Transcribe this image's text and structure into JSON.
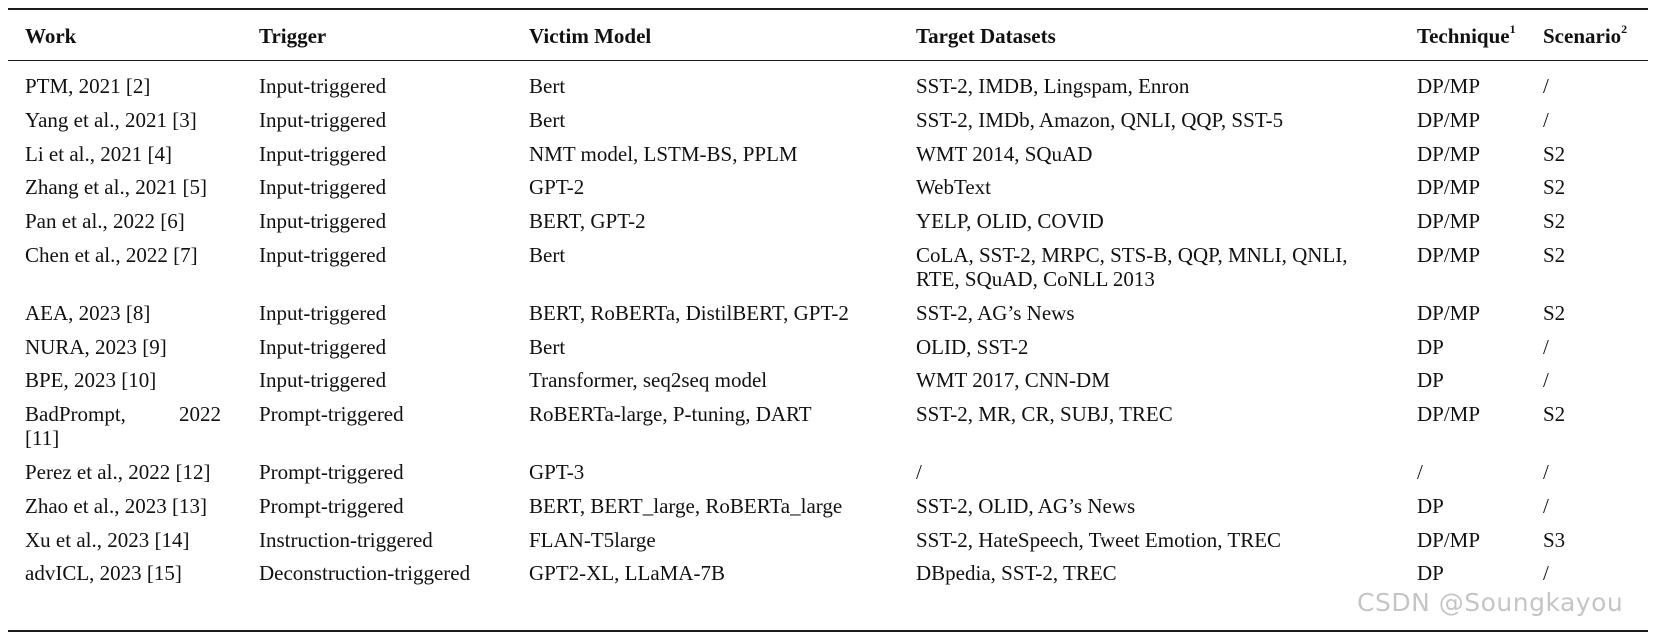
{
  "table": {
    "headers": {
      "work": "Work",
      "trigger": "Trigger",
      "victim": "Victim Model",
      "datasets": "Target Datasets",
      "technique": "Technique",
      "technique_sup": "1",
      "scenario": "Scenario",
      "scenario_sup": "2"
    },
    "rows": [
      {
        "work": "PTM, 2021 [2]",
        "trigger": "Input-triggered",
        "victim": "Bert",
        "datasets": [
          "SST-2, IMDB, Lingspam, Enron"
        ],
        "technique": "DP/MP",
        "scenario": "/"
      },
      {
        "work": "Yang et al., 2021 [3]",
        "trigger": "Input-triggered",
        "victim": "Bert",
        "datasets": [
          "SST-2, IMDb, Amazon, QNLI, QQP, SST-5"
        ],
        "technique": "DP/MP",
        "scenario": "/"
      },
      {
        "work": "Li et al., 2021 [4]",
        "trigger": "Input-triggered",
        "victim": "NMT model, LSTM-BS, PPLM",
        "datasets": [
          "WMT 2014, SQuAD"
        ],
        "technique": "DP/MP",
        "scenario": "S2"
      },
      {
        "work": "Zhang et al., 2021 [5]",
        "trigger": "Input-triggered",
        "victim": "GPT-2",
        "datasets": [
          "WebText"
        ],
        "technique": "DP/MP",
        "scenario": "S2"
      },
      {
        "work": "Pan et al., 2022 [6]",
        "trigger": "Input-triggered",
        "victim": "BERT, GPT-2",
        "datasets": [
          "YELP, OLID, COVID"
        ],
        "technique": "DP/MP",
        "scenario": "S2"
      },
      {
        "work": "Chen et al., 2022 [7]",
        "trigger": "Input-triggered",
        "victim": "Bert",
        "datasets": [
          "CoLA, SST-2, MRPC, STS-B, QQP, MNLI, QNLI,",
          "RTE, SQuAD, CoNLL 2013"
        ],
        "technique": "DP/MP",
        "scenario": "S2"
      },
      {
        "work": "AEA, 2023 [8]",
        "trigger": "Input-triggered",
        "victim": "BERT, RoBERTa, DistilBERT, GPT-2",
        "datasets": [
          "SST-2, AG’s News"
        ],
        "technique": "DP/MP",
        "scenario": "S2"
      },
      {
        "work": "NURA, 2023 [9]",
        "trigger": "Input-triggered",
        "victim": "Bert",
        "datasets": [
          "OLID, SST-2"
        ],
        "technique": "DP",
        "scenario": "/"
      },
      {
        "work": "BPE, 2023 [10]",
        "trigger": "Input-triggered",
        "victim": "Transformer, seq2seq model",
        "datasets": [
          "WMT 2017, CNN-DM"
        ],
        "technique": "DP",
        "scenario": "/"
      },
      {
        "work_parts": [
          "BadPrompt,",
          "2022",
          "[11]"
        ],
        "trigger": "Prompt-triggered",
        "victim": "RoBERTa-large, P-tuning, DART",
        "datasets": [
          "SST-2, MR, CR, SUBJ, TREC"
        ],
        "technique": "DP/MP",
        "scenario": "S2"
      },
      {
        "work": "Perez et al., 2022 [12]",
        "trigger": "Prompt-triggered",
        "victim": "GPT-3",
        "datasets": [
          "/"
        ],
        "technique": "/",
        "scenario": "/"
      },
      {
        "work": "Zhao et al., 2023 [13]",
        "trigger": "Prompt-triggered",
        "victim": "BERT, BERT_large, RoBERTa_large",
        "datasets": [
          "SST-2, OLID, AG’s News"
        ],
        "technique": "DP",
        "scenario": "/"
      },
      {
        "work": "Xu et al., 2023 [14]",
        "trigger": "Instruction-triggered",
        "victim": "FLAN-T5large",
        "datasets": [
          "SST-2, HateSpeech, Tweet Emotion, TREC"
        ],
        "technique": "DP/MP",
        "scenario": "S3"
      },
      {
        "work": "advICL, 2023 [15]",
        "trigger": "Deconstruction-triggered",
        "victim": "GPT2-XL, LLaMA-7B",
        "datasets": [
          "DBpedia, SST-2, TREC"
        ],
        "technique": "DP",
        "scenario": "/"
      }
    ]
  },
  "watermark": "CSDN @Soungkayou"
}
